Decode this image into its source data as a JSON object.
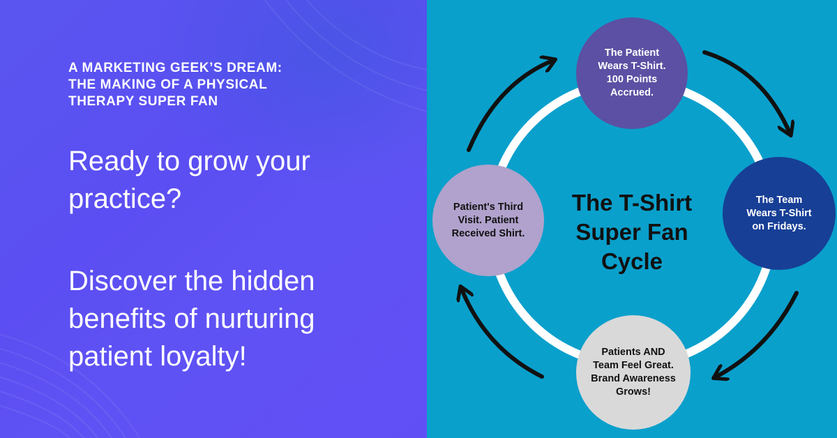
{
  "left": {
    "eyebrow": [
      "A MARKETING GEEK’S DREAM:",
      "THE MAKING OF A PHYSICAL",
      "THERAPY SUPER FAN"
    ],
    "headline": "Ready to grow your practice?",
    "body": "Discover the hidden benefits of nurturing patient loyalty!"
  },
  "diagram": {
    "title": [
      "The T-Shirt",
      "Super Fan",
      "Cycle"
    ],
    "nodes": {
      "top": [
        "The Patient",
        "Wears T-Shirt.",
        "100 Points",
        "Accrued."
      ],
      "right": [
        "The Team",
        "Wears T-Shirt",
        "on Fridays."
      ],
      "bottom": [
        "Patients AND",
        "Team Feel Great.",
        "Brand Awareness",
        "Grows!"
      ],
      "left": [
        "Patient's Third",
        "Visit. Patient",
        "Received Shirt."
      ]
    }
  },
  "colors": {
    "left_background": "#5b4ef2",
    "right_background": "#0aa0cc",
    "node_top": "#5b50a3",
    "node_right": "#173f96",
    "node_bottom": "#d9d9d9",
    "node_left": "#b0a2cc",
    "ring": "#ffffff",
    "arrows": "#111111"
  },
  "icons": [
    "curved-arrow-icon"
  ]
}
